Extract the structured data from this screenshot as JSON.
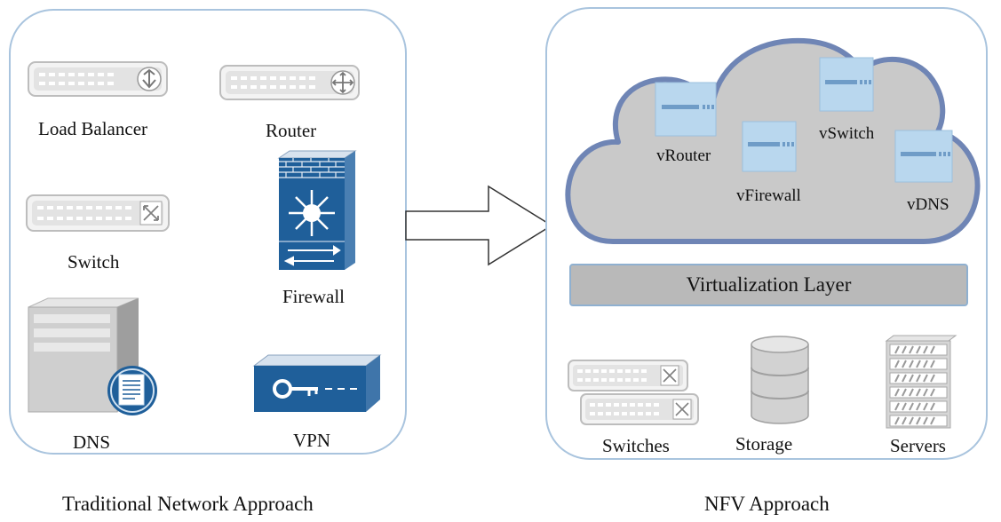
{
  "traditional": {
    "caption": "Traditional Network Approach",
    "devices": {
      "load_balancer": "Load Balancer",
      "router": "Router",
      "switch": "Switch",
      "firewall": "Firewall",
      "dns": "DNS",
      "vpn": "VPN"
    }
  },
  "nfv": {
    "caption": "NFV Approach",
    "vnfs": {
      "vrouter": "vRouter",
      "vfirewall": "vFirewall",
      "vswitch": "vSwitch",
      "vdns": "vDNS"
    },
    "virtualization_layer": "Virtualization Layer",
    "hardware": {
      "switches": "Switches",
      "storage": "Storage",
      "servers": "Servers"
    }
  },
  "colors": {
    "panel_border": "#a9c4de",
    "cloud_fill": "#c9c9c9",
    "cloud_border": "#6f85b5",
    "cisco_blue": "#1f5f9a",
    "vnf_box": "#b9d7ee"
  }
}
